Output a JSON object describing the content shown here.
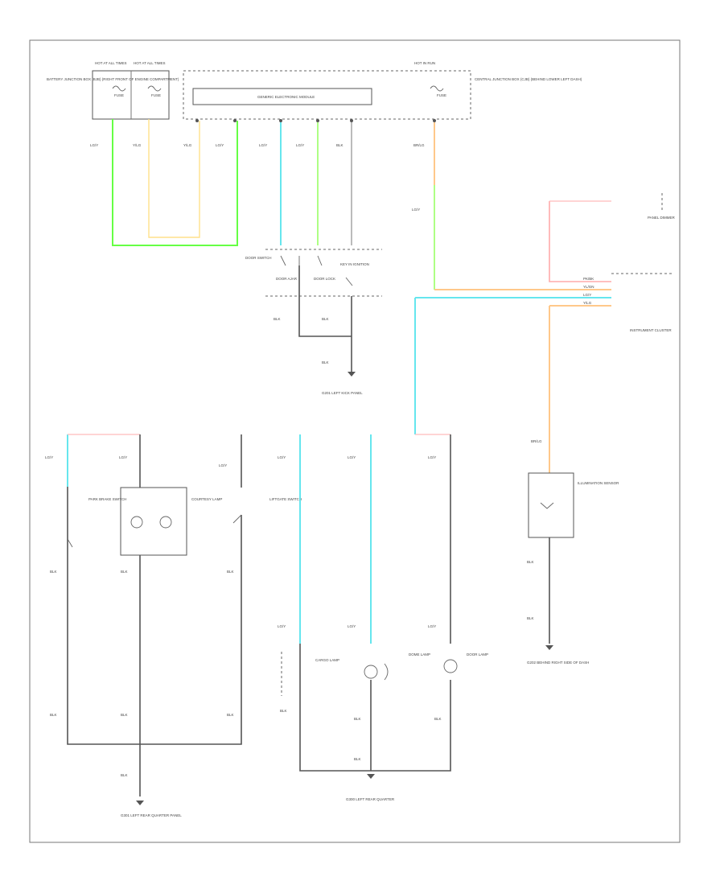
{
  "diagram": {
    "footer_code": "",
    "fuse_panel": {
      "fuse1": {
        "header": "HOT AT ALL TIMES",
        "fuse": "FUSE",
        "side_note": "BATTERY JUNCTION BOX (BJB) (RIGHT FRONT OF ENGINE COMPARTMENT)"
      },
      "fuse2": {
        "header": "HOT AT ALL TIMES",
        "fuse": "FUSE"
      },
      "fuse3": {
        "header": "HOT IN RUN",
        "fuse": "FUSE",
        "side_note": "CENTRAL JUNCTION BOX (CJB) (BEHIND LOWER LEFT DASH)"
      },
      "module_label": "GENERIC ELECTRONIC MODULE"
    },
    "switches": {
      "door_switch_top": "DOOR SWITCH",
      "ajar_sw": "DOOR AJAR",
      "lock_sw": "DOOR LOCK",
      "key_sw": "KEY IN IGNITION"
    },
    "grounds": {
      "g1": "G201 LEFT KICK PANEL",
      "g2": "G301 LEFT REAR QUARTER PANEL",
      "g3": "G300 LEFT REAR QUARTER",
      "g4": "G202 BEHIND RIGHT SIDE OF DASH"
    },
    "components": {
      "park_brake": "PARK BRAKE SWITCH",
      "courtesy": "COURTESY LAMP",
      "cargo_switch": "LIFTGATE SWITCH",
      "cargo_lamp": "CARGO LAMP",
      "dome_lamp": "DOME LAMP",
      "door_lamp": "DOOR LAMP",
      "illum_sensor": "ILLUMINATION SENSOR",
      "instr_cluster": "INSTRUMENT CLUSTER",
      "dimmer": "PANEL DIMMER"
    },
    "wires": {
      "lg_y": "LG/Y",
      "yel": "Y/LG",
      "blk": "BLK",
      "pk_bk": "PK/BK",
      "yl_gn": "YL/GN",
      "br_lg": "BR/LG"
    }
  }
}
